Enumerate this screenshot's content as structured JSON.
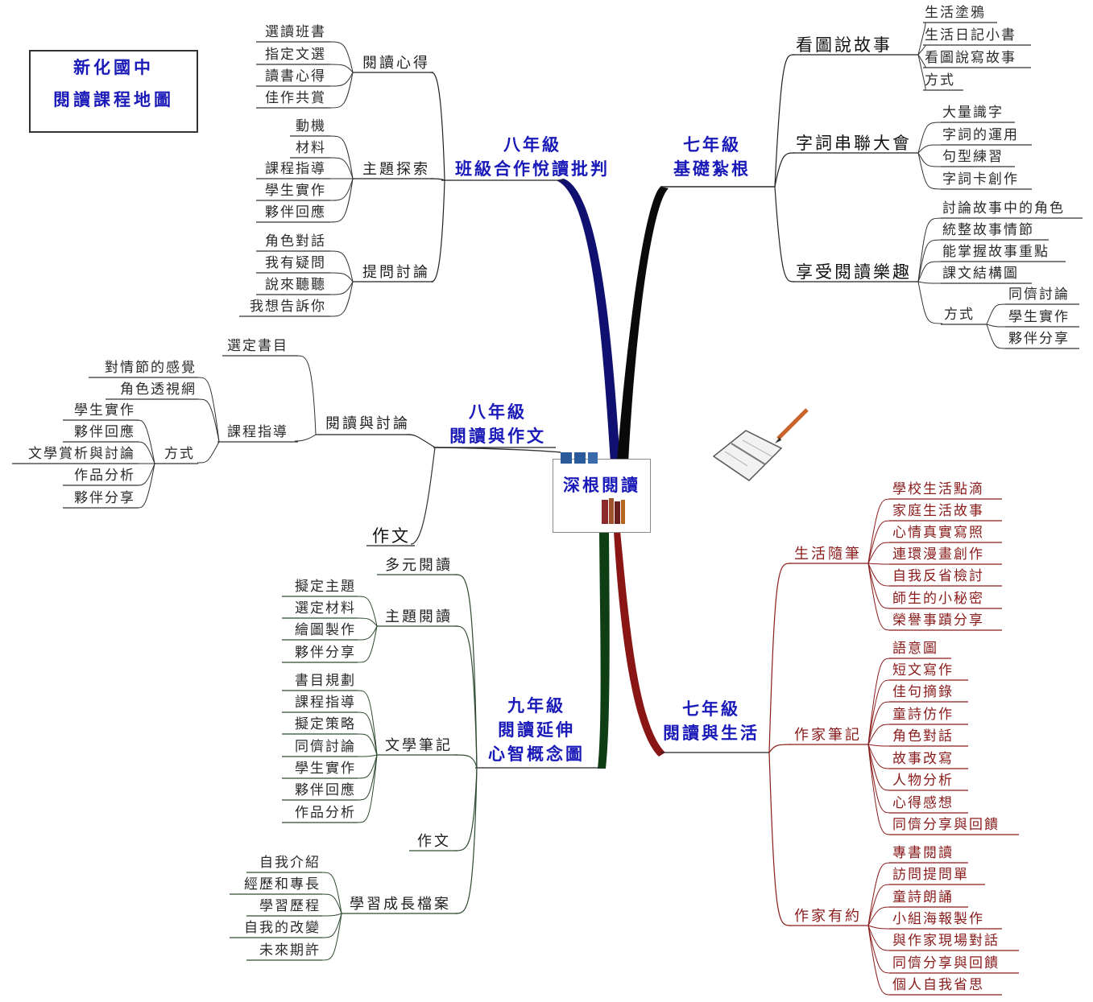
{
  "title": {
    "line1": "新化國中",
    "line2": "閱讀課程地圖"
  },
  "center": "深根閱讀",
  "branches": {
    "g7_basic": {
      "main": [
        "七年級",
        "基礎紮根"
      ],
      "subs": [
        {
          "label": "看圖說故事",
          "leaves": [
            "生活塗鴉",
            "生活日記小書",
            "看圖說寫故事",
            "方式"
          ]
        },
        {
          "label": "字詞串聯大會",
          "leaves": [
            "大量識字",
            "字詞的運用",
            "句型練習",
            "字詞卡創作"
          ]
        },
        {
          "label": "享受閱讀樂趣",
          "leaves": [
            "討論故事中的角色",
            "統整故事情節",
            "能掌握故事重點",
            "課文結構圖"
          ],
          "method": {
            "label": "方式",
            "leaves": [
              "同儕討論",
              "學生實作",
              "夥伴分享"
            ]
          }
        }
      ]
    },
    "g8_coop": {
      "main": [
        "八年級",
        "班級合作悅讀批判"
      ],
      "subs": [
        {
          "label": "閱讀心得",
          "leaves": [
            "選讀班書",
            "指定文選",
            "讀書心得",
            "佳作共賞"
          ]
        },
        {
          "label": "主題探索",
          "leaves": [
            "動機",
            "材料",
            "課程指導",
            "學生實作",
            "夥伴回應"
          ]
        },
        {
          "label": "提問討論",
          "leaves": [
            "角色對話",
            "我有疑問",
            "說來聽聽",
            "我想告訴你"
          ]
        }
      ]
    },
    "g8_write": {
      "main": [
        "八年級",
        "閱讀與作文"
      ],
      "sub": "閱讀與討論",
      "book": "選定書目",
      "guide": "課程指導",
      "guide_leaves": [
        "對情節的感覺",
        "角色透視網"
      ],
      "method": "方式",
      "method_leaves": [
        "學生實作",
        "夥伴回應",
        "文學賞析與討論",
        "作品分析",
        "夥伴分享"
      ],
      "essay": "作文"
    },
    "g9": {
      "main": [
        "九年級",
        "閱讀延伸",
        "心智概念圖"
      ],
      "multi": "多元閱讀",
      "theme": {
        "label": "主題閱讀",
        "leaves": [
          "擬定主題",
          "選定材料",
          "繪圖製作",
          "夥伴分享"
        ]
      },
      "lit": {
        "label": "文學筆記",
        "leaves": [
          "書目規劃",
          "課程指導",
          "擬定策略",
          "同儕討論",
          "學生實作",
          "夥伴回應",
          "作品分析"
        ]
      },
      "essay": "作文",
      "portfolio": {
        "label": "學習成長檔案",
        "leaves": [
          "自我介紹",
          "經歷和專長",
          "學習歷程",
          "自我的改變",
          "未來期許"
        ]
      }
    },
    "g7_life": {
      "main": [
        "七年級",
        "閱讀與生活"
      ],
      "subs": [
        {
          "label": "生活隨筆",
          "leaves": [
            "學校生活點滴",
            "家庭生活故事",
            "心情真實寫照",
            "連環漫畫創作",
            "自我反省檢討",
            "師生的小秘密",
            "榮譽事蹟分享"
          ]
        },
        {
          "label": "作家筆記",
          "leaves": [
            "語意圖",
            "短文寫作",
            "佳句摘錄",
            "童詩仿作",
            "角色對話",
            "故事改寫",
            "人物分析",
            "心得感想",
            "同儕分享與回饋"
          ]
        },
        {
          "label": "作家有約",
          "leaves": [
            "專書閱讀",
            "訪問提問單",
            "童詩朗誦",
            "小組海報製作",
            "與作家現場對話",
            "同儕分享與回饋",
            "個人自我省思"
          ]
        }
      ]
    }
  },
  "colors": {
    "trunk_blue": "#101070",
    "trunk_dark": "#0a0a0a",
    "trunk_green": "#0f3d14",
    "trunk_red": "#8a1515",
    "accent": "#1a1ab8",
    "line_green": "#2f4a2f",
    "line_red": "#8a1b1b"
  }
}
